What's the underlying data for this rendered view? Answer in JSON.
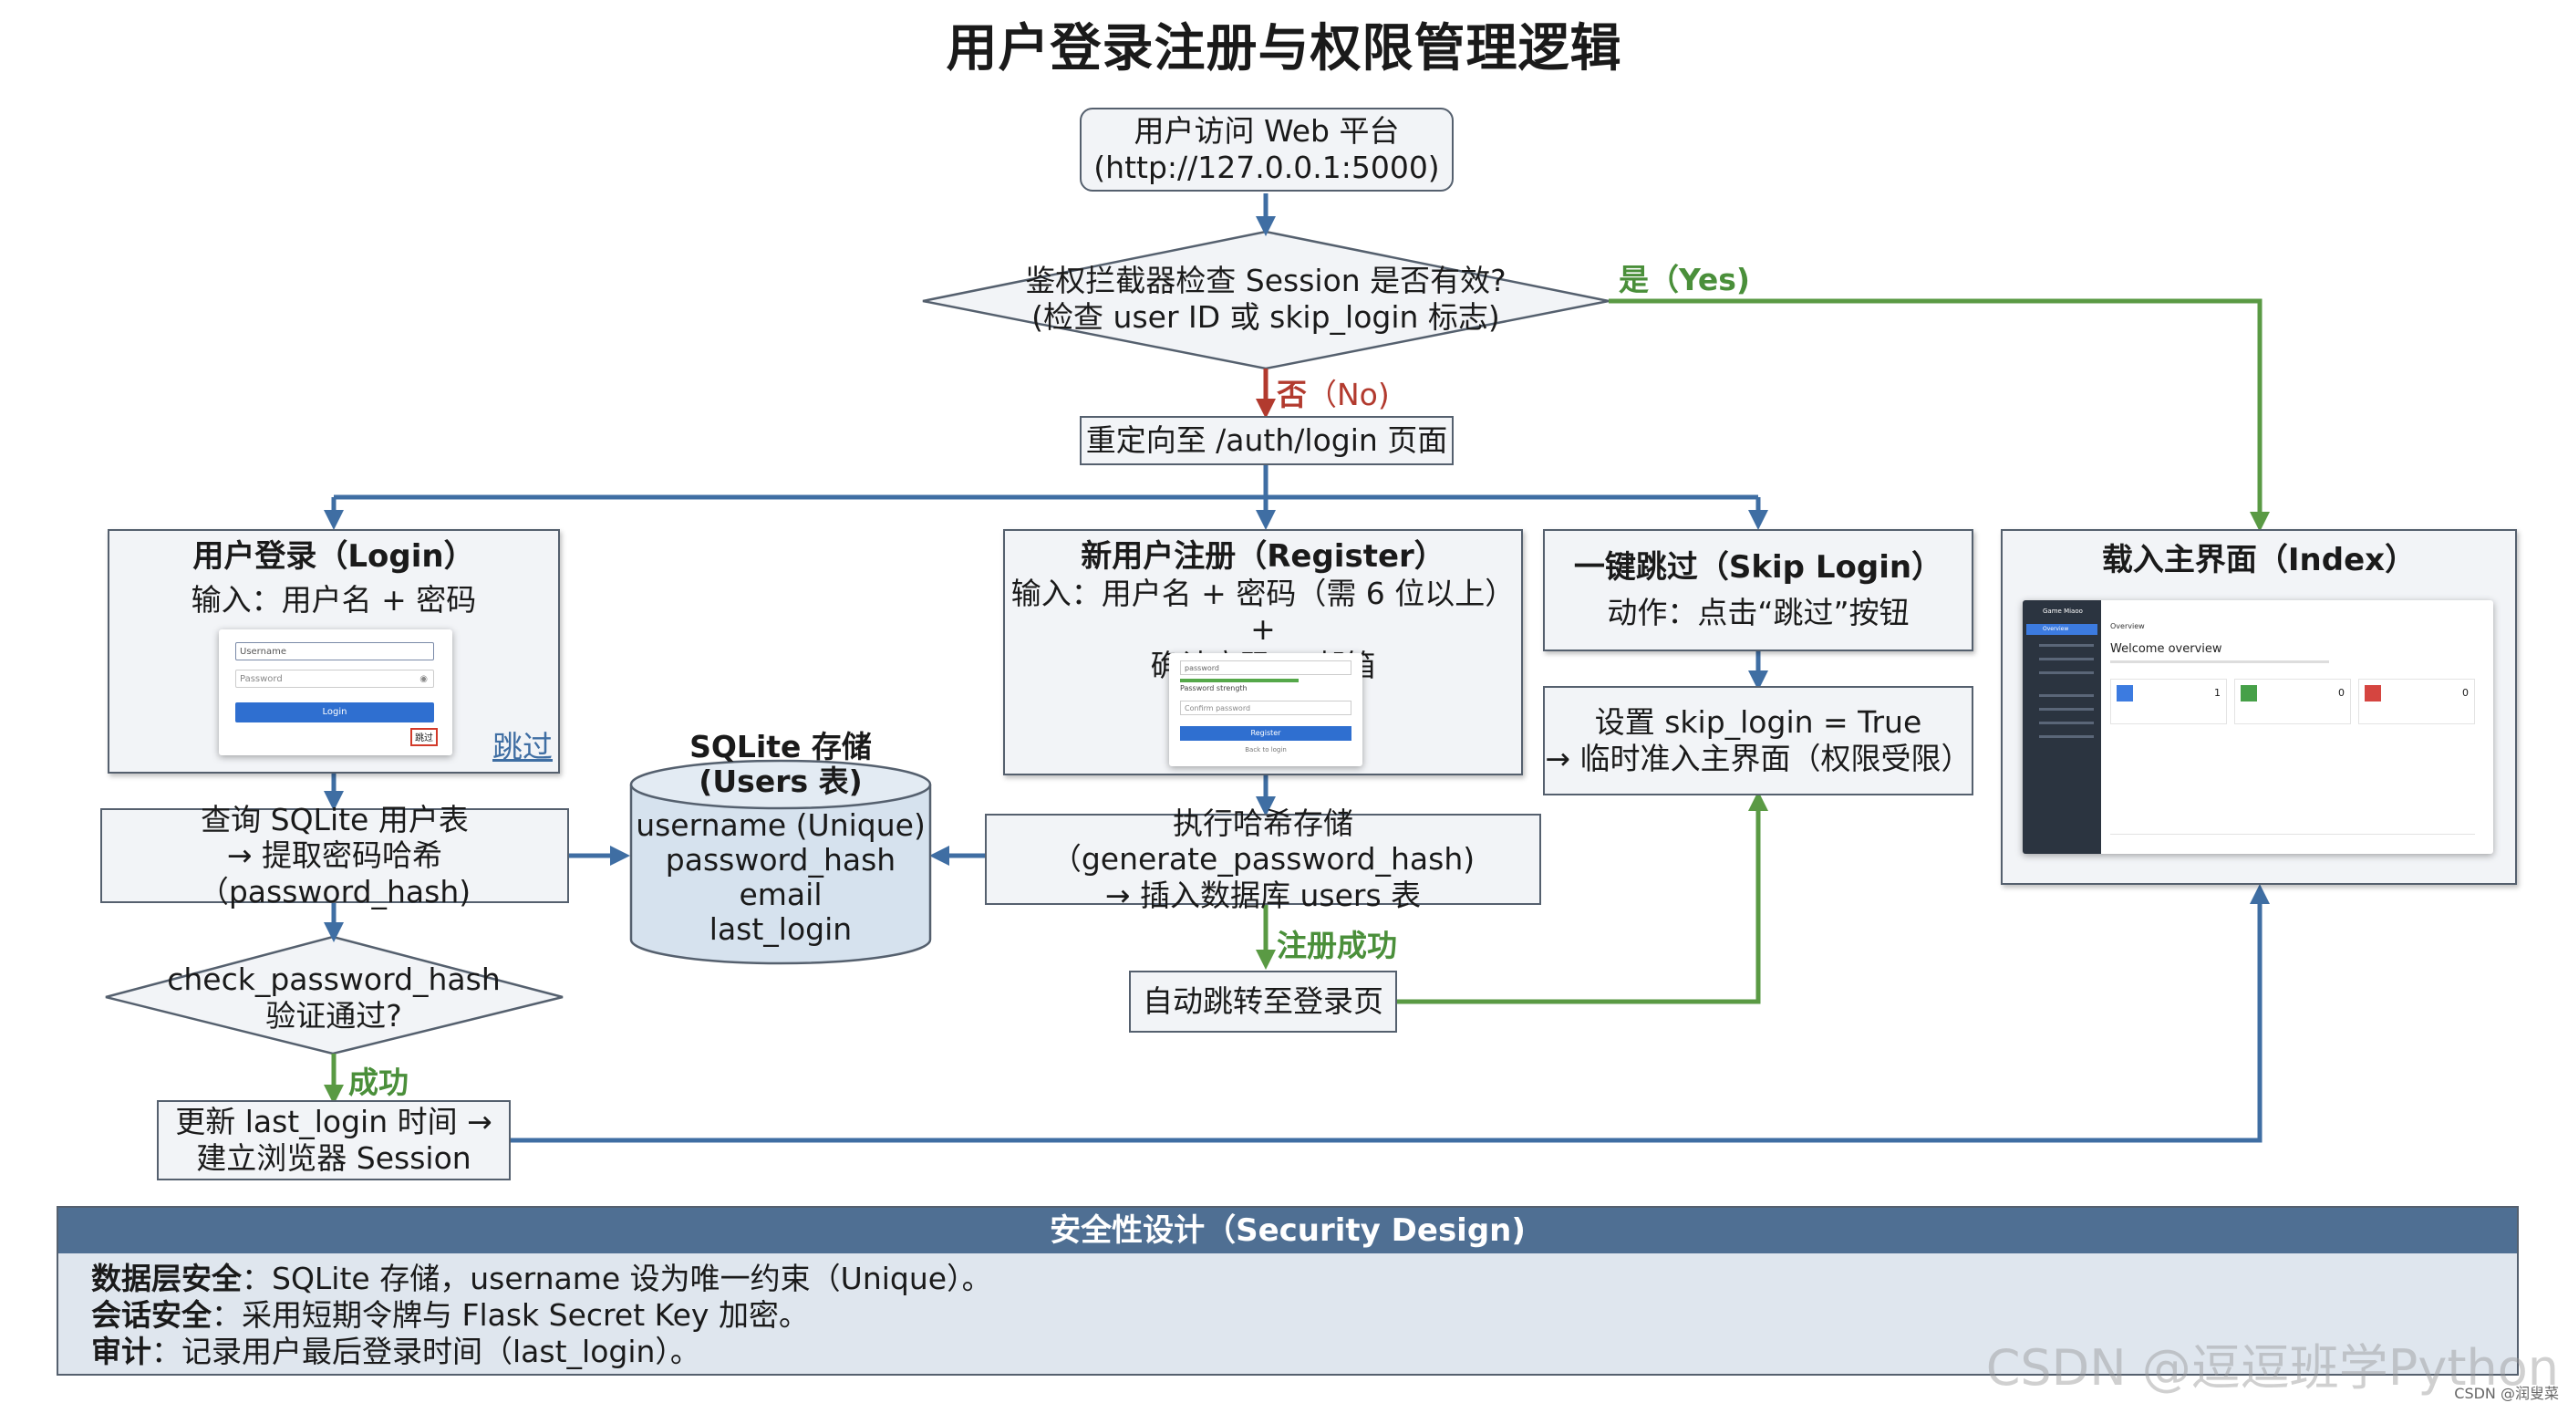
{
  "title": "用户登录注册与权限管理逻辑",
  "nodes": {
    "start": {
      "line1": "用户访问 Web 平台",
      "line2": "(http://127.0.0.1:5000)"
    },
    "check": {
      "line1": "鉴权拦截器检查 Session 是否有效?",
      "line2": "(检查 user ID 或 skip_login 标志)"
    },
    "redirect": "重定向至 /auth/login 页面",
    "login": {
      "title": "用户登录（Login）",
      "subtitle": "输入：用户名 + 密码",
      "skip_link": "跳过",
      "mock": {
        "username": "Username",
        "password": "Password",
        "button": "Login",
        "skip": "跳过"
      }
    },
    "register": {
      "title": "新用户注册（Register）",
      "line1": "输入：用户名 + 密码（需 6 位以上）+",
      "line2": "确认密码 + 邮箱",
      "mock": {
        "password": "password",
        "strength": "Password strength",
        "confirm": "Confirm password",
        "button": "Register",
        "back": "Back to login"
      }
    },
    "skip": {
      "title": "一键跳过（Skip Login）",
      "action": "动作：点击“跳过”按钮"
    },
    "skip_set": {
      "line1": "设置 skip_login = True",
      "line2": "→ 临时准入主界面（权限受限）"
    },
    "index": {
      "title": "载入主界面（Index）",
      "mock": {
        "brand": "Game Miaoo",
        "overview": "Overview",
        "welcome": "Welcome overview",
        "nav1": "Overview",
        "cards": [
          {
            "value": "1"
          },
          {
            "value": "0"
          },
          {
            "value": "0"
          }
        ]
      }
    },
    "query": {
      "line1": "查询 SQLite 用户表",
      "line2": "→ 提取密码哈希（password_hash)"
    },
    "db": {
      "title1": "SQLite 存储",
      "title2": "(Users 表)",
      "fields": [
        "username (Unique)",
        "password_hash",
        "email",
        "last_login"
      ]
    },
    "hash": {
      "line1": "执行哈希存储（generate_password_hash)",
      "line2": "→ 插入数据库 users 表"
    },
    "verify": {
      "line1": "check_password_hash",
      "line2": "验证通过?"
    },
    "auto": "自动跳转至登录页",
    "update": {
      "line1": "更新 last_login 时间 →",
      "line2": "建立浏览器 Session"
    }
  },
  "labels": {
    "yes": "是（Yes)",
    "no_mark": "否",
    "no": "（No)",
    "success": "成功",
    "register_success": "注册成功"
  },
  "security": {
    "title": "安全性设计（Security Design)",
    "items": [
      {
        "key": "数据层安全",
        "text": "：SQLite 存储，username 设为唯一约束（Unique）。"
      },
      {
        "key": "会话安全",
        "text": "：采用短期令牌与 Flask Secret Key 加密。"
      },
      {
        "key": "审计",
        "text": "：记录用户最后登录时间（last_login）。"
      }
    ]
  },
  "watermark": "CSDN @逗逗班学Python",
  "watermark_small": "CSDN @润叟菜",
  "colors": {
    "blue": "#3f6ea3",
    "green": "#5a9a44",
    "red": "#b23a2e",
    "box_border": "#55606e",
    "box_fill": "#f2f4f7",
    "header": "#4f6f93"
  }
}
